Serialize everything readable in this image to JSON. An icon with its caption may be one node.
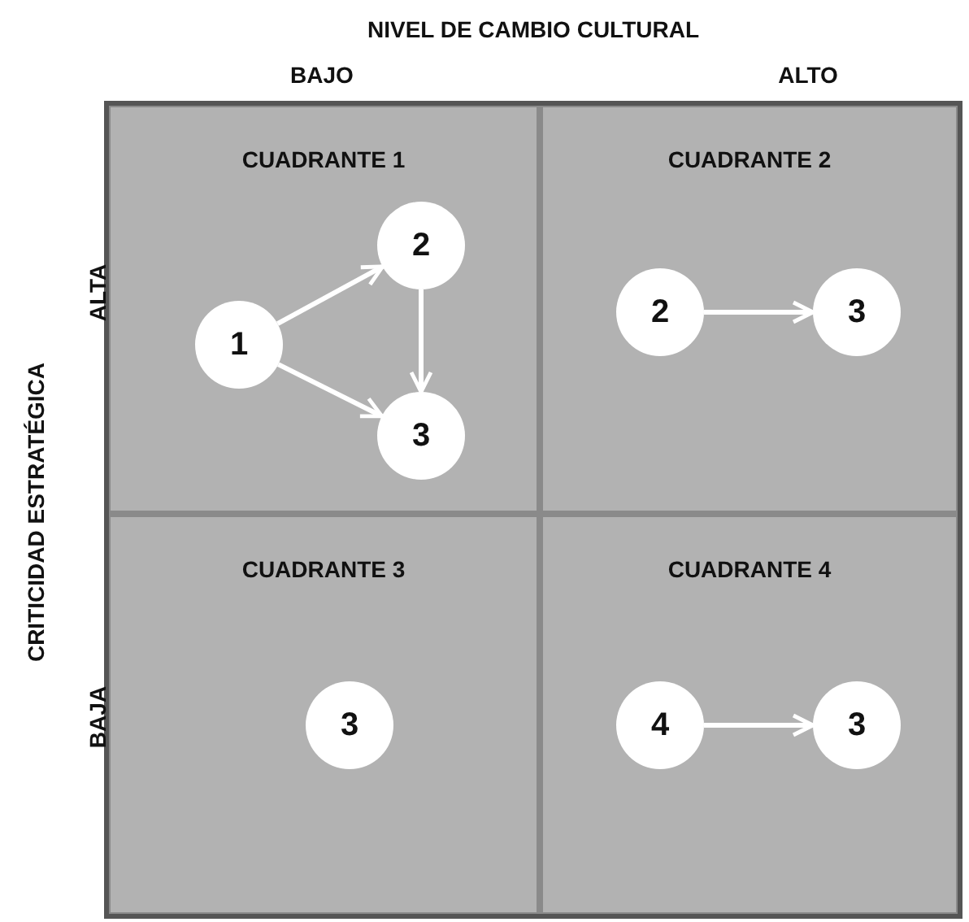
{
  "diagram": {
    "title": "NIVEL DE CAMBIO CULTURAL",
    "nodes": [
      {
        "text": [
          "CUADRANTE 1"
        ]
      },
      {
        "text": [
          "1"
        ],
        "in": 0
      },
      {
        "text": [
          "2"
        ],
        "in": 0
      },
      {
        "text": [
          "3"
        ],
        "in": 0
      },
      {
        "text": [
          "CUADRANTE 2"
        ]
      },
      {
        "text": [
          "2"
        ],
        "in": 4
      },
      {
        "text": [
          "3"
        ],
        "in": 4
      },
      {
        "text": [
          "CUADRANTE 3"
        ]
      },
      {
        "text": [
          "3"
        ],
        "in": 7
      },
      {
        "text": [
          "CUADRANTE 4"
        ]
      },
      {
        "text": [
          "4"
        ],
        "in": 9
      },
      {
        "text": [
          "3"
        ],
        "in": 9
      }
    ],
    "edges": [
      {
        "from": 1,
        "to": 2,
        "arrow": "to"
      },
      {
        "from": 1,
        "to": 3,
        "arrow": "to"
      },
      {
        "from": 2,
        "to": 3,
        "arrow": "to"
      },
      {
        "from": 5,
        "to": 6,
        "arrow": "to"
      },
      {
        "from": 10,
        "to": 11,
        "arrow": "to"
      }
    ],
    "labels": [
      "BAJO",
      "ALTO",
      "CRITICIDAD ESTRATÉGICA",
      "ALTA",
      "BAJA"
    ]
  }
}
